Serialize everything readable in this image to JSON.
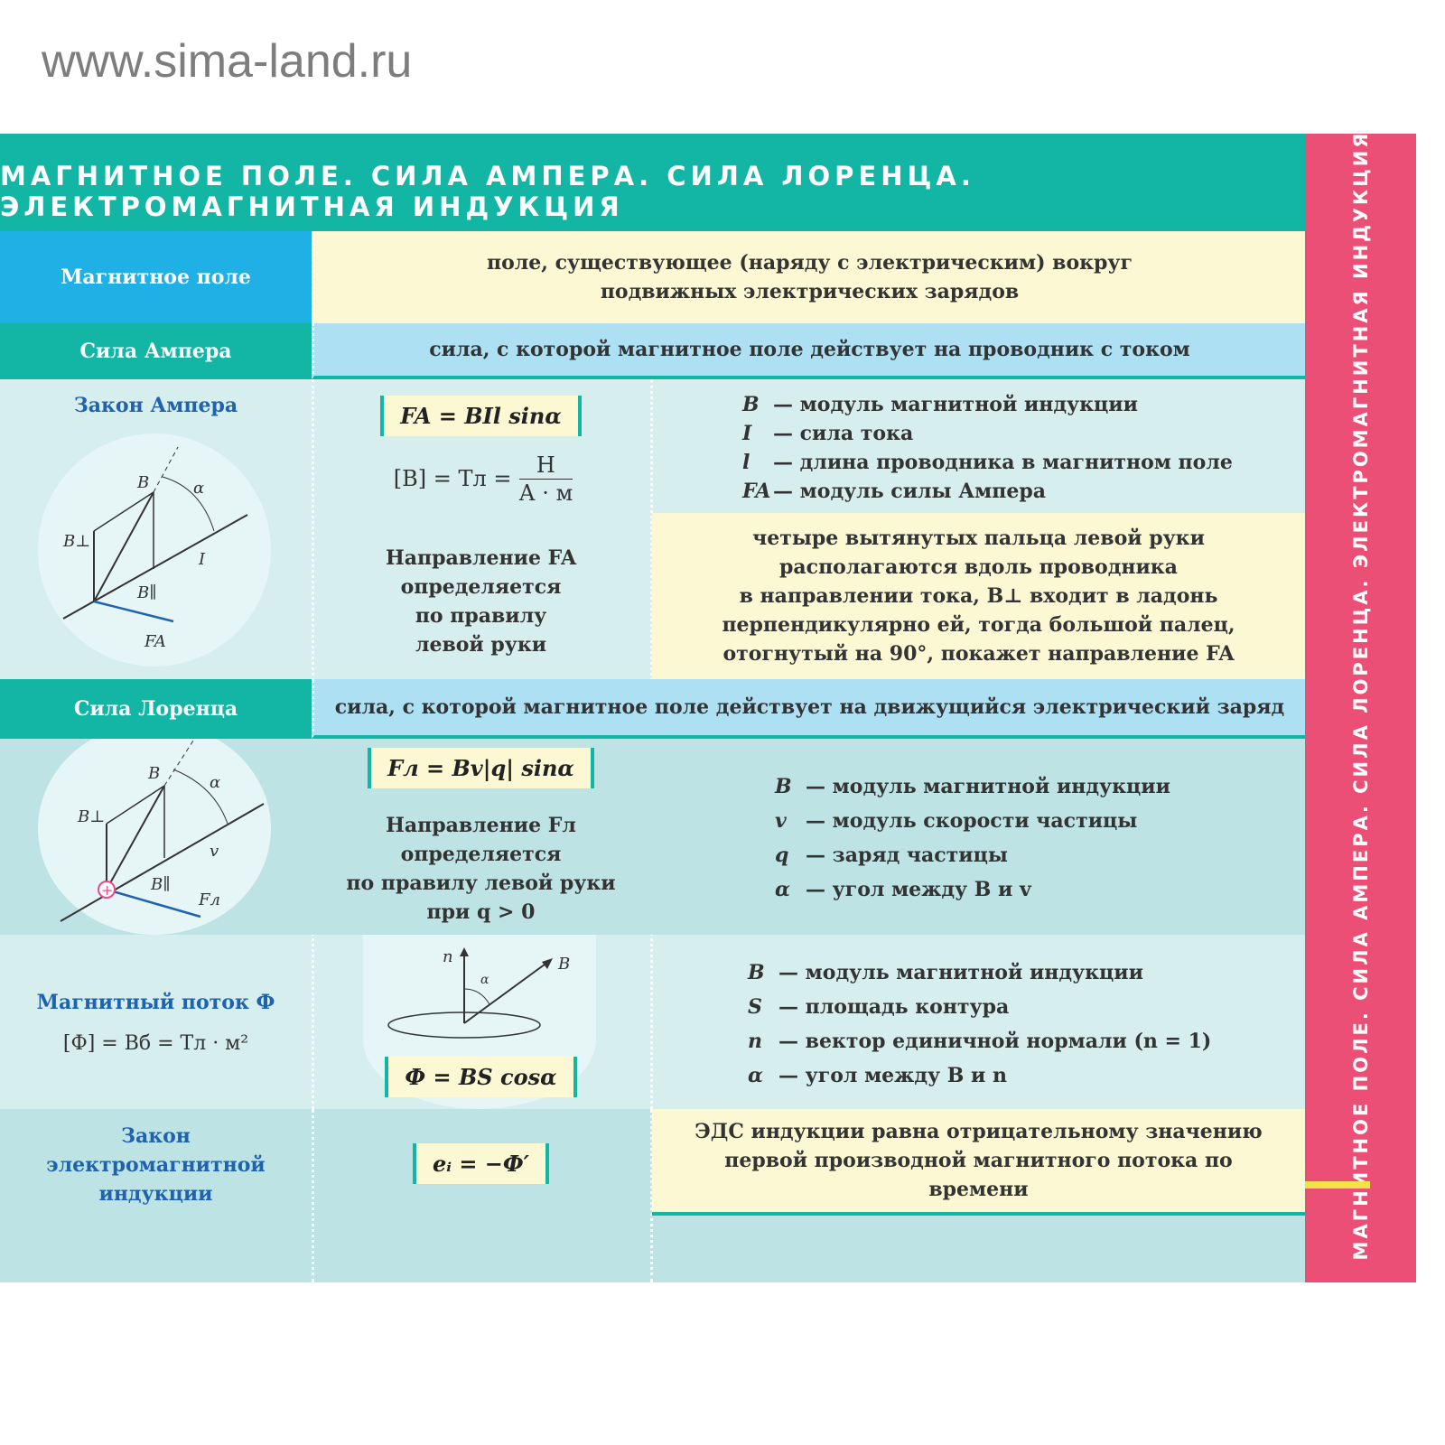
{
  "site": "www.sima-land.ru",
  "title": "МАГНИТНОЕ ПОЛЕ. СИЛА АМПЕРА. СИЛА ЛОРЕНЦА. ЭЛЕКТРОМАГНИТНАЯ ИНДУКЦИЯ",
  "side_title": "МАГНИТНОЕ ПОЛЕ. СИЛА АМПЕРА. СИЛА ЛОРЕНЦА. ЭЛЕКТРОМАГНИТНАЯ ИНДУКЦИЯ",
  "magnetic_field": {
    "label": "Магнитное поле",
    "text": "поле, существующее (наряду с электрическим) вокруг подвижных электрических зарядов"
  },
  "ampere_force": {
    "label": "Сила Ампера",
    "text": "сила, с которой магнитное поле действует на проводник с током"
  },
  "ampere_law": {
    "label": "Закон Ампера",
    "formula": "FA = BIl sinα",
    "units": "[B] = Тл =",
    "units_num": "Н",
    "units_den": "А · м",
    "direction": [
      "Направление FA",
      "определяется",
      "по правилу",
      "левой руки"
    ],
    "defs": [
      {
        "sym": "B",
        "text": "— модуль магнитной индукции"
      },
      {
        "sym": "I",
        "text": "— сила тока"
      },
      {
        "sym": "l",
        "text": "— длина проводника в магнитном поле"
      },
      {
        "sym": "FA",
        "text": "— модуль силы Ампера"
      }
    ],
    "rule": [
      "четыре вытянутых пальца левой руки",
      "располагаются вдоль проводника",
      "в направлении тока, B⊥ входит в ладонь",
      "перпендикулярно ей, тогда большой палец,",
      "отогнутый на 90°, покажет направление FA"
    ],
    "diagram": {
      "B": "B",
      "B1": "B⊥",
      "B2": "B∥",
      "alpha": "α",
      "I": "I",
      "F": "FA"
    }
  },
  "lorentz_force": {
    "label": "Сила Лоренца",
    "text": "сила, с которой магнитное поле действует на движущийся электрический заряд",
    "formula": "Fл = Bv|q| sinα",
    "direction": [
      "Направление Fл",
      "определяется",
      "по правилу левой руки",
      "при q > 0"
    ],
    "defs": [
      {
        "sym": "B",
        "text": "— модуль магнитной индукции"
      },
      {
        "sym": "v",
        "text": "— модуль скорости частицы"
      },
      {
        "sym": "q",
        "text": "— заряд частицы"
      },
      {
        "sym": "α",
        "text": "— угол между B и v"
      }
    ],
    "diagram": {
      "B": "B",
      "B1": "B⊥",
      "B2": "B∥",
      "alpha": "α",
      "v": "v",
      "F": "Fл",
      "charge": "+"
    }
  },
  "flux": {
    "label": "Магнитный поток Ф",
    "units": "[Ф] = Вб = Тл · м²",
    "formula": "Ф = BS cosα",
    "defs": [
      {
        "sym": "B",
        "text": "— модуль магнитной индукции"
      },
      {
        "sym": "S",
        "text": "— площадь контура"
      },
      {
        "sym": "n",
        "text": "— вектор единичной нормали (n = 1)"
      },
      {
        "sym": "α",
        "text": "— угол между B и n"
      }
    ],
    "diagram": {
      "n": "n",
      "B": "B",
      "alpha": "α"
    }
  },
  "induction": {
    "label": "Закон электромагнитной индукции",
    "formula": "eᵢ = −Ф′",
    "text": "ЭДС индукции равна отрицательному значению первой производной магнитного потока по времени"
  }
}
